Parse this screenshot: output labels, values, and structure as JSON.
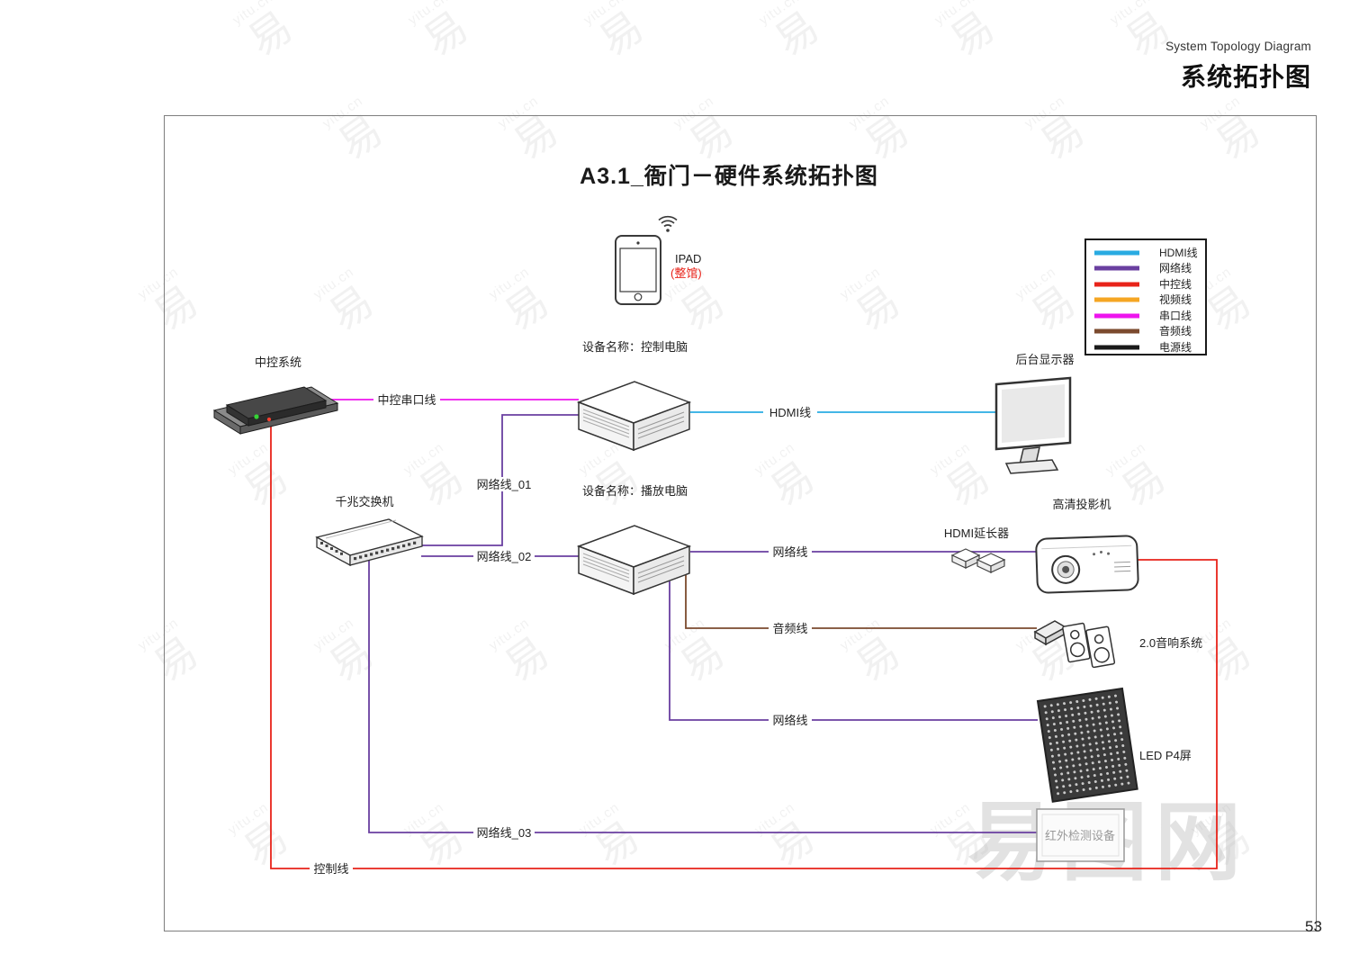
{
  "page": {
    "header_en": "System Topology Diagram",
    "header_zh": "系统拓扑图",
    "diagram_title": "A3.1_衙门－硬件系统拓扑图",
    "page_number": "53"
  },
  "watermark": {
    "glyph": "易",
    "site": "yitu.cn",
    "big": "易图网"
  },
  "legend": {
    "items": [
      {
        "label": "HDMI线",
        "color": "#29abe2"
      },
      {
        "label": "网络线",
        "color": "#6a3fa0"
      },
      {
        "label": "中控线",
        "color": "#e8231a"
      },
      {
        "label": "视频线",
        "color": "#f5a623"
      },
      {
        "label": "串口线",
        "color": "#ee14ee"
      },
      {
        "label": "音频线",
        "color": "#7b4a2e"
      },
      {
        "label": "电源线",
        "color": "#1a1a1a"
      }
    ]
  },
  "devices": {
    "ipad": {
      "label": "IPAD",
      "note": "(整馆)"
    },
    "central_control": {
      "label": "中控系统"
    },
    "control_pc": {
      "label": "设备名称：控制电脑"
    },
    "monitor": {
      "label": "后台显示器"
    },
    "switch": {
      "label": "千兆交换机"
    },
    "playback_pc": {
      "label": "设备名称：播放电脑"
    },
    "hdmi_extender": {
      "label": "HDMI延长器"
    },
    "projector": {
      "label": "高清投影机"
    },
    "audio": {
      "label": "2.0音响系统"
    },
    "led": {
      "label": "LED P4屏"
    },
    "ir": {
      "label": "红外检测设备"
    }
  },
  "connections": {
    "serial": {
      "label": "中控串口线"
    },
    "hdmi": {
      "label": "HDMI线"
    },
    "net01": {
      "label": "网络线_01"
    },
    "net02": {
      "label": "网络线_02"
    },
    "net_projector": {
      "label": "网络线"
    },
    "audio": {
      "label": "音频线"
    },
    "net_led": {
      "label": "网络线"
    },
    "net03": {
      "label": "网络线_03"
    },
    "control": {
      "label": "控制线"
    }
  }
}
